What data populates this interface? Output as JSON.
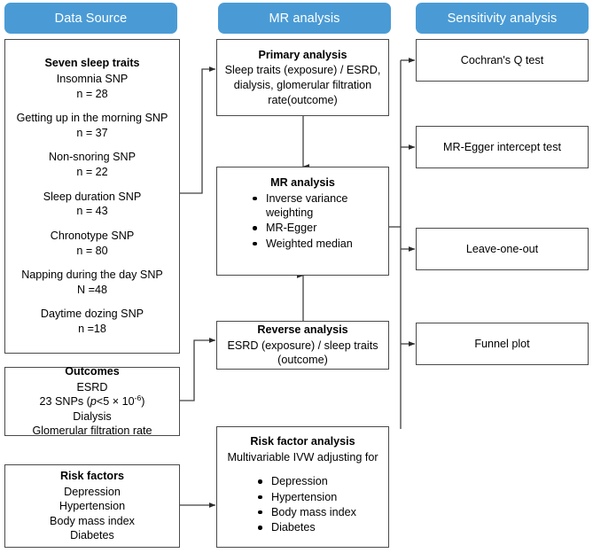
{
  "headers": {
    "data_source": "Data Source",
    "mr_analysis": "MR analysis",
    "sensitivity_analysis": "Sensitivity analysis"
  },
  "colors": {
    "header_bg": "#4a9bd5",
    "header_text": "#ffffff",
    "box_border": "#4a4a4a",
    "box_bg": "#ffffff",
    "connector": "#404040"
  },
  "data_source": {
    "sleep_traits": {
      "title": "Seven sleep traits",
      "traits": [
        {
          "name": "Insomnia SNP",
          "n": "n = 28"
        },
        {
          "name": "Getting up in the morning SNP",
          "n": "n = 37"
        },
        {
          "name": "Non-snoring SNP",
          "n": "n = 22"
        },
        {
          "name": "Sleep duration SNP",
          "n": "n = 43"
        },
        {
          "name": "Chronotype SNP",
          "n": "n = 80"
        },
        {
          "name": "Napping during the day SNP",
          "n": "N =48"
        },
        {
          "name": "Daytime dozing SNP",
          "n": "n =18"
        }
      ]
    },
    "outcomes": {
      "title": "Outcomes",
      "line1": "ESRD",
      "snps_prefix": "23 SNPs (",
      "snps_p": "p",
      "snps_mid": "<5 × 10",
      "snps_exp": "-6",
      "snps_suffix": ")",
      "line3": "Dialysis",
      "line4": "Glomerular filtration rate"
    },
    "risk_factors": {
      "title": "Risk factors",
      "items": [
        "Depression",
        "Hypertension",
        "Body mass index",
        "Diabetes"
      ]
    }
  },
  "mr_column": {
    "primary_analysis": {
      "title": "Primary analysis",
      "body": "Sleep traits (exposure) / ESRD, dialysis, glomerular filtration rate(outcome)"
    },
    "mr_analysis": {
      "title": "MR analysis",
      "methods": [
        "Inverse variance weighting",
        "MR-Egger",
        "Weighted median"
      ]
    },
    "reverse_analysis": {
      "title": "Reverse analysis",
      "body": "ESRD (exposure) / sleep traits (outcome)"
    },
    "risk_factor_analysis": {
      "title": "Risk factor analysis",
      "subtitle": "Multivariable IVW   adjusting for",
      "items": [
        "Depression",
        "Hypertension",
        "Body mass index",
        "Diabetes"
      ]
    }
  },
  "sensitivity": {
    "tests": [
      "Cochran's Q test",
      "MR-Egger intercept test",
      "Leave-one-out",
      "Funnel plot"
    ]
  }
}
